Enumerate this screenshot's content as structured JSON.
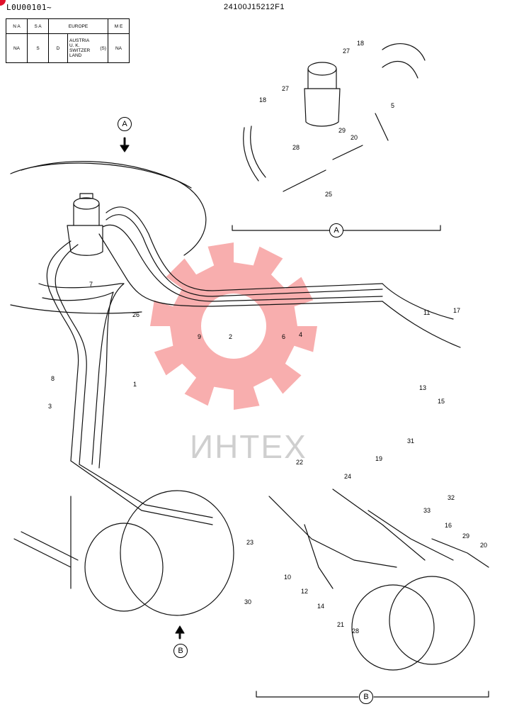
{
  "header": {
    "serial_range": "L0U00101~",
    "document_number": "24100J15212F1"
  },
  "region_table": {
    "headers": [
      "N A",
      "S A",
      "EUROPE",
      "M E"
    ],
    "values": {
      "na": "NA",
      "sa": "S",
      "europe_code": "D",
      "europe_countries": [
        "AUSTRIA",
        "U. K.",
        "SWITZER",
        "LAND"
      ],
      "europe_suffix": "(S)",
      "me": "NA"
    }
  },
  "watermark": {
    "text": "ИНТЕХ",
    "color": "#f26b6b"
  },
  "views": {
    "a": "A",
    "b": "B"
  },
  "callouts": {
    "c18a": "18",
    "c27a": "27",
    "c18b": "18",
    "c27b": "27",
    "c29a": "29",
    "c20a": "20",
    "c5": "5",
    "c28a": "28",
    "c25": "25",
    "c7": "7",
    "c26": "26",
    "c9": "9",
    "c2": "2",
    "c6": "6",
    "c4": "4",
    "c11": "11",
    "c17": "17",
    "c13": "13",
    "c15": "15",
    "c8": "8",
    "c1": "1",
    "c3": "3",
    "c22": "22",
    "c24": "24",
    "c19": "19",
    "c31": "31",
    "c32": "32",
    "c33": "33",
    "c23": "23",
    "c10": "10",
    "c12": "12",
    "c30": "30",
    "c14": "14",
    "c21": "21",
    "c28b": "28",
    "c16": "16",
    "c29b": "29",
    "c20b": "20"
  }
}
